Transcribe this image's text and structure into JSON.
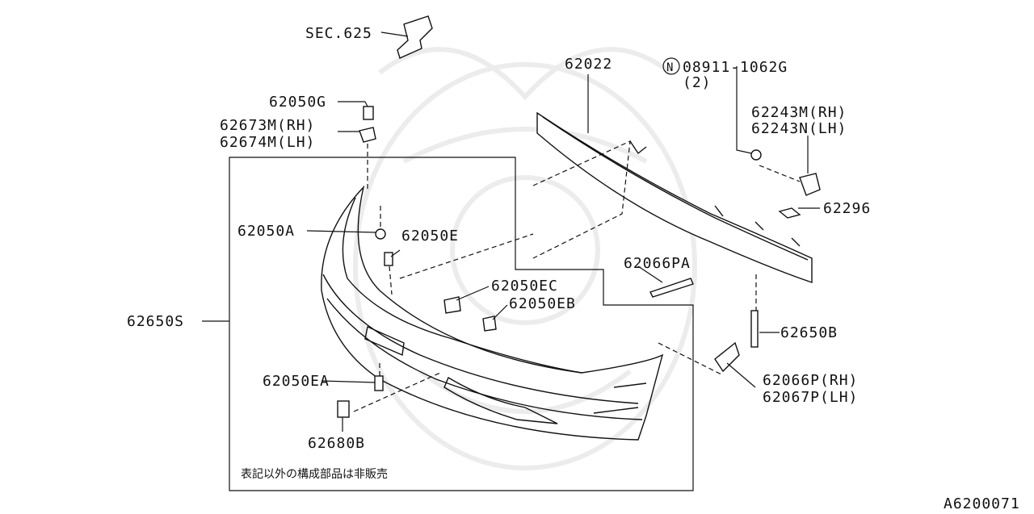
{
  "diagram": {
    "figure_id": "A6200071",
    "note": "表記以外の構成部品は非販売",
    "labels": {
      "sec625": "SEC.625",
      "p62022": "62022",
      "nut_num": "08911-1062G",
      "nut_qty": "(2)",
      "nut_symbol": "N",
      "p62050G": "62050G",
      "p62673M": "62673M(RH)",
      "p62674M": "62674M(LH)",
      "p62243M": "62243M(RH)",
      "p62243N": "62243N(LH)",
      "p62296": "62296",
      "p62050A": "62050A",
      "p62050E": "62050E",
      "p62066PA": "62066PA",
      "p62050EC": "62050EC",
      "p62050EB": "62050EB",
      "p62650S": "62650S",
      "p62650B": "62650B",
      "p62050EA": "62050EA",
      "p62066P": "62066P(RH)",
      "p62067P": "62067P(LH)",
      "p62680B": "62680B"
    }
  }
}
